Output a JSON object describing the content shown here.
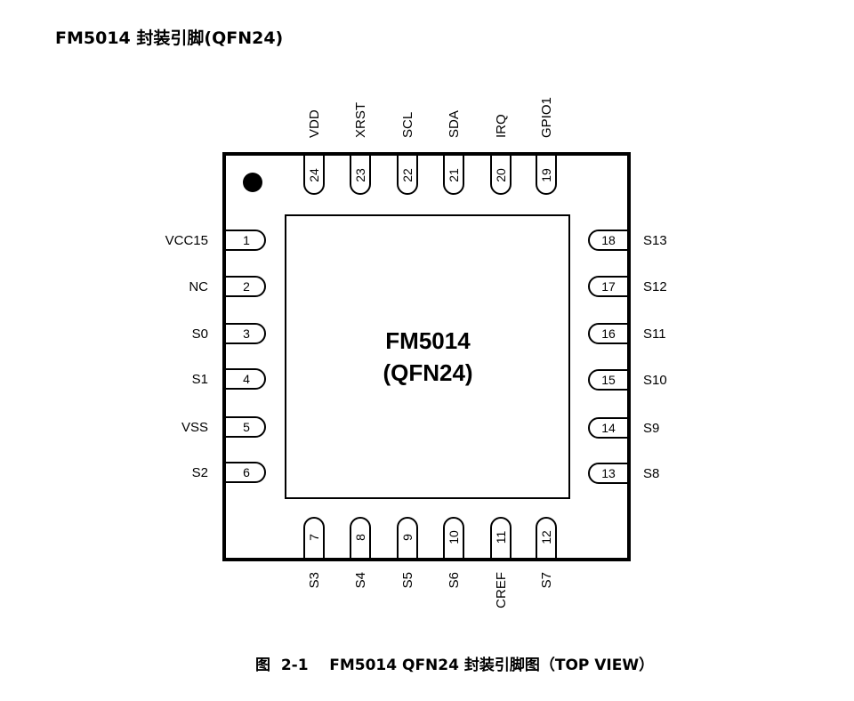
{
  "heading": "FM5014 封装引脚(QFN24)",
  "caption": "图  2-1    FM5014 QFN24 封装引脚图（TOP VIEW）",
  "chip": {
    "name_line1": "FM5014",
    "name_line2": "(QFN24)"
  },
  "pins": {
    "left": [
      {
        "num": "1",
        "name": "VCC15"
      },
      {
        "num": "2",
        "name": "NC"
      },
      {
        "num": "3",
        "name": "S0"
      },
      {
        "num": "4",
        "name": "S1"
      },
      {
        "num": "5",
        "name": "VSS"
      },
      {
        "num": "6",
        "name": "S2"
      }
    ],
    "bottom": [
      {
        "num": "7",
        "name": "S3"
      },
      {
        "num": "8",
        "name": "S4"
      },
      {
        "num": "9",
        "name": "S5"
      },
      {
        "num": "10",
        "name": "S6"
      },
      {
        "num": "11",
        "name": "CREF"
      },
      {
        "num": "12",
        "name": "S7"
      }
    ],
    "right": [
      {
        "num": "13",
        "name": "S8"
      },
      {
        "num": "14",
        "name": "S9"
      },
      {
        "num": "15",
        "name": "S10"
      },
      {
        "num": "16",
        "name": "S11"
      },
      {
        "num": "17",
        "name": "S12"
      },
      {
        "num": "18",
        "name": "S13"
      }
    ],
    "top": [
      {
        "num": "19",
        "name": "GPIO1"
      },
      {
        "num": "20",
        "name": "IRQ"
      },
      {
        "num": "21",
        "name": "SDA"
      },
      {
        "num": "22",
        "name": "SCL"
      },
      {
        "num": "23",
        "name": "XRST"
      },
      {
        "num": "24",
        "name": "VDD"
      }
    ]
  }
}
